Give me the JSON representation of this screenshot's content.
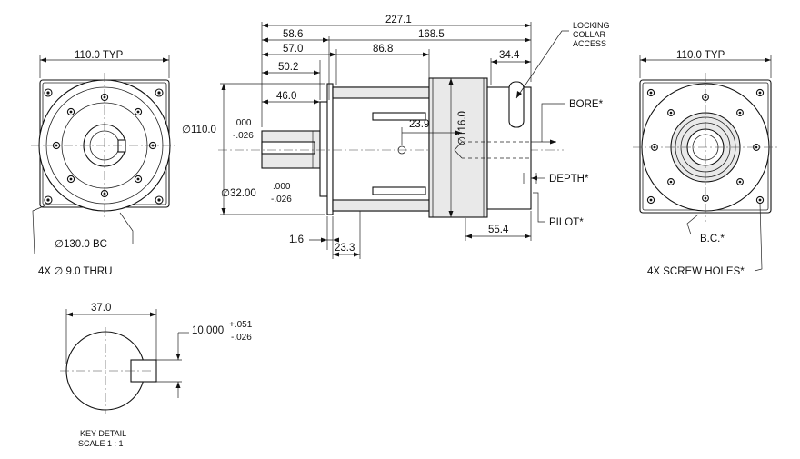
{
  "dims": {
    "left_width": "110.0 TYP",
    "bolt_circle": "∅130.0 BC",
    "thru_holes": "4X  ∅  9.0 THRU",
    "overall_len": "227.1",
    "len_58_6": "58.6",
    "len_168_5": "168.5",
    "len_57_0": "57.0",
    "len_86_8": "86.8",
    "len_50_2": "50.2",
    "len_34_4": "34.4",
    "len_46_0": "46.0",
    "flange_dia": "∅110.0",
    "flange_tol_upper": ".000",
    "flange_tol_lower": "-.026",
    "shaft_dia": "∅32.00",
    "shaft_tol_upper": ".000",
    "shaft_tol_lower": "-.026",
    "len_23_9": "23.9",
    "body_dia": "∅116.0",
    "len_1_6": "1.6",
    "len_23_3": "23.3",
    "len_55_4": "55.4",
    "right_width": "110.0 TYP",
    "key_width": "37.0",
    "key_dim": "10.000",
    "key_tol_upper": "+.051",
    "key_tol_lower": "-.026"
  },
  "callouts": {
    "locking_line1": "LOCKING",
    "locking_line2": "COLLAR",
    "locking_line3": "ACCESS",
    "bore": "BORE*",
    "depth": "DEPTH*",
    "pilot": "PILOT*",
    "bc": "B.C.*",
    "screw_holes": "4X SCREW HOLES*",
    "key_detail_line1": "KEY DETAIL",
    "key_detail_line2": "SCALE 1 : 1"
  }
}
